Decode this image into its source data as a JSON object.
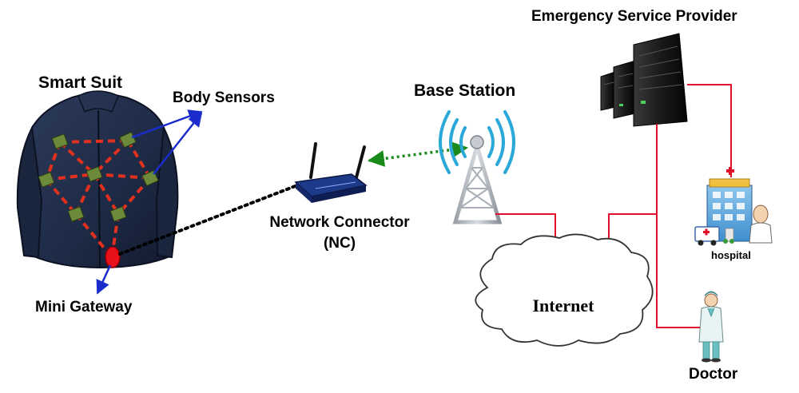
{
  "labels": {
    "smart_suit": "Smart Suit",
    "body_sensors": "Body Sensors",
    "mini_gateway": "Mini Gateway",
    "network_connector_line1": "Network Connector",
    "network_connector_line2": "(NC)",
    "base_station": "Base Station",
    "emergency_service_provider": "Emergency Service Provider",
    "internet": "Internet",
    "hospital": "hospital",
    "doctor": "Doctor"
  },
  "colors": {
    "sensor_links": "#e0301e",
    "body_sensor_pointers": "#1a2ccc",
    "suit_to_nc_link": "#000000",
    "nc_to_base_station_link": "#1a8a1a",
    "wired_network_links": "#e0102a",
    "mini_gateway": "#e8101a",
    "suit": "#1d2a45",
    "radio_waves": "#2aa8d8"
  }
}
